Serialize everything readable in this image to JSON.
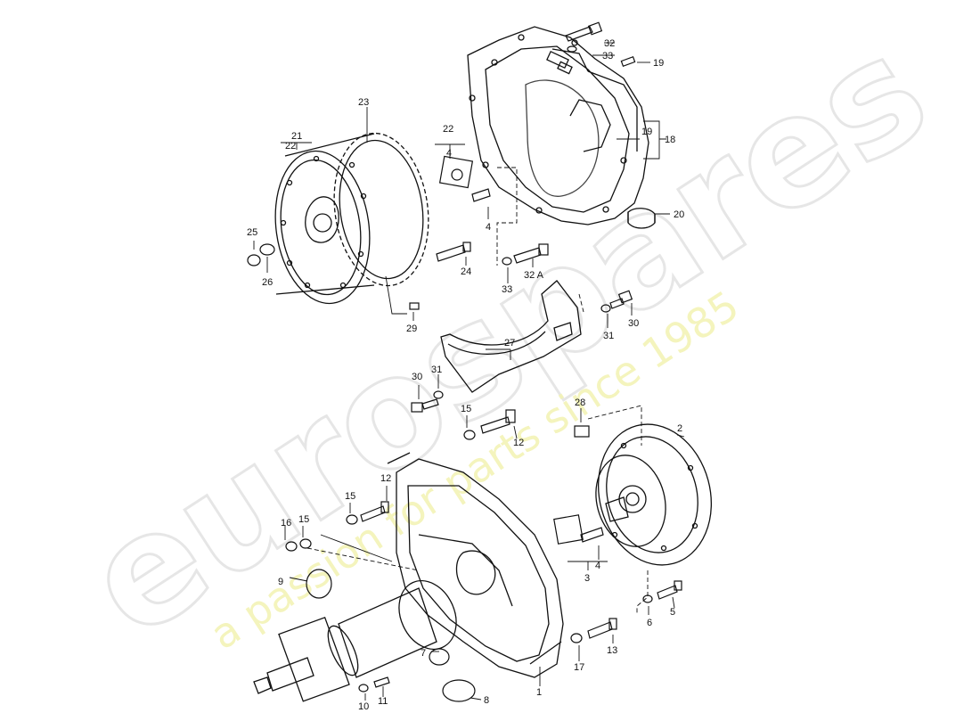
{
  "watermark": {
    "brand": "eurospares",
    "tagline": "a passion for parts since 1985",
    "brand_color": "#e6e6e6",
    "tagline_color": "#f3f3b6"
  },
  "labels": {
    "p1": "1",
    "p2": "2",
    "p3": "3",
    "p4a": "4",
    "p4b": "4",
    "p4c": "4",
    "p5": "5",
    "p6": "6",
    "p7": "7",
    "p8": "8",
    "p9": "9",
    "p10": "10",
    "p11": "11",
    "p12a": "12",
    "p12b": "12",
    "p13": "13",
    "p15a": "15",
    "p15b": "15",
    "p15c": "15",
    "p16": "16",
    "p17": "17",
    "p18": "18",
    "p19a": "19",
    "p19b": "19",
    "p20": "20",
    "p21": "21",
    "p22a": "22",
    "p22b": "22",
    "p23": "23",
    "p24": "24",
    "p25": "25",
    "p26": "26",
    "p27": "27",
    "p28": "28",
    "p29": "29",
    "p30a": "30",
    "p30b": "30",
    "p31a": "31",
    "p31b": "31",
    "p32": "32",
    "p32a": "32 A",
    "p33a": "33",
    "p33b": "33"
  }
}
